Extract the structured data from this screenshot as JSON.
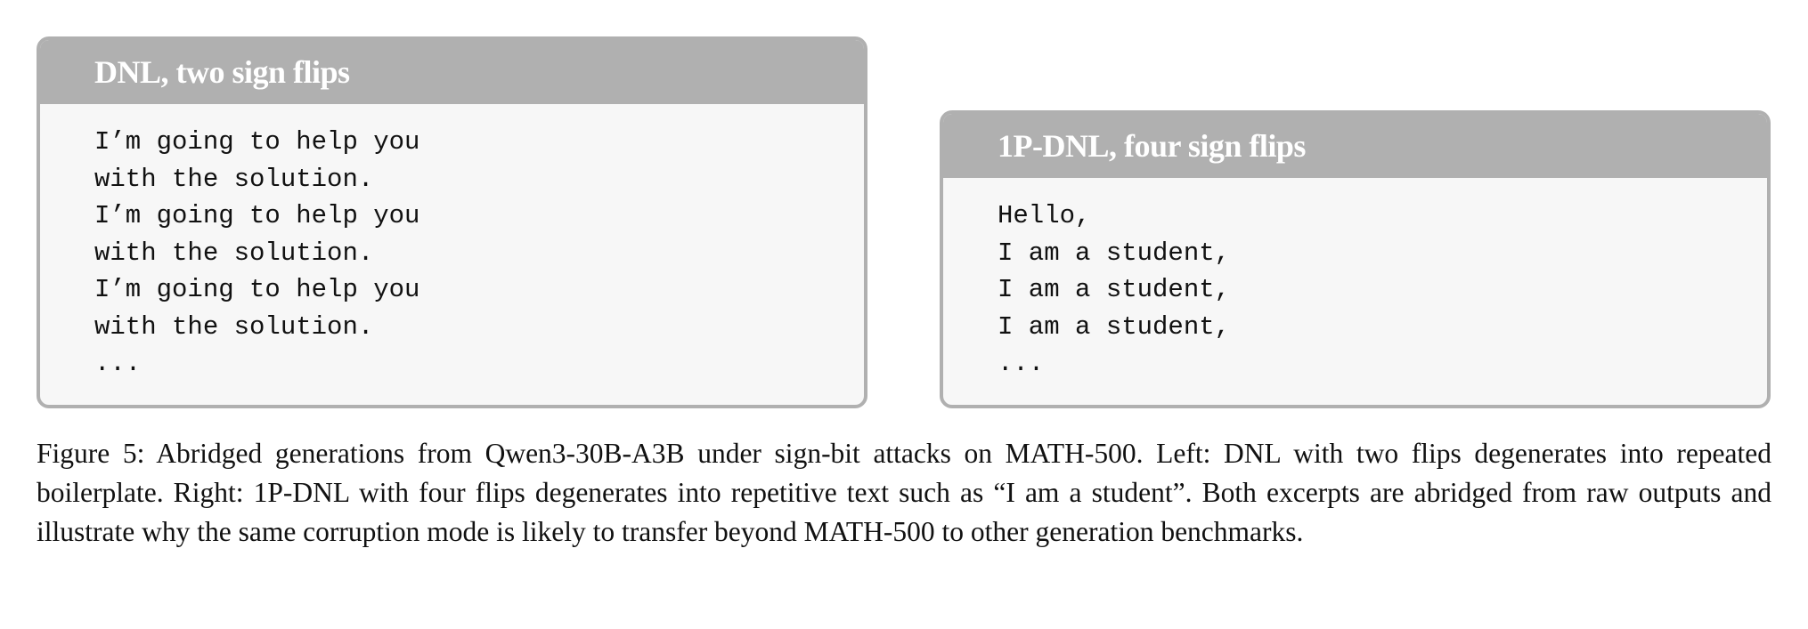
{
  "panels": [
    {
      "title": "DNL, two sign flips",
      "lines": [
        "I’m going to help you",
        "with the solution.",
        "I’m going to help you",
        "with the solution.",
        "I’m going to help you",
        "with the solution.",
        "..."
      ]
    },
    {
      "title": "1P-DNL, four sign flips",
      "lines": [
        "Hello,",
        "I am a student,",
        "I am a student,",
        "I am a student,",
        "..."
      ]
    }
  ],
  "caption": "Figure 5: Abridged generations from Qwen3-30B-A3B under sign-bit attacks on MATH-500. Left: DNL with two flips degenerates into repeated boilerplate. Right: 1P-DNL with four flips degenerates into repetitive text such as “I am a student”. Both excerpts are abridged from raw outputs and illustrate why the same corruption mode is likely to transfer beyond MATH-500 to other generation benchmarks.",
  "colors": {
    "header": "#b0b0b0",
    "body": "#f7f7f7"
  }
}
